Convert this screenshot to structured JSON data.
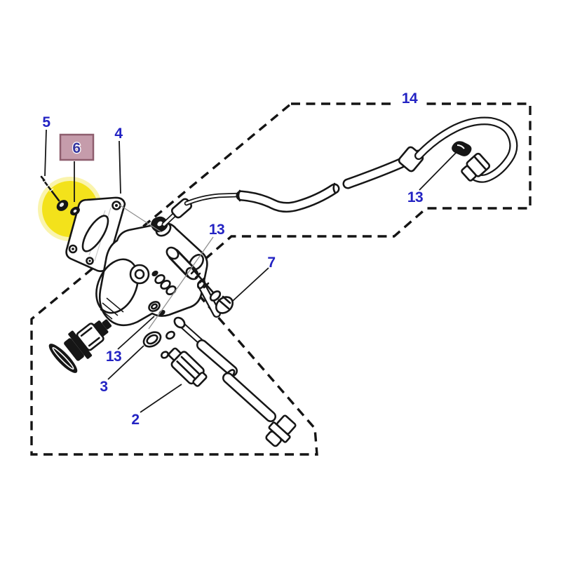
{
  "diagram": {
    "kind": "exploded-parts-diagram",
    "background_color": "#ffffff",
    "outline_color": "#161616",
    "callout_color": "#2323c3",
    "highlight": {
      "circle_color": "#f2e013",
      "box_fill": "#c59cab",
      "box_border": "#8e5e6e",
      "box_label_color": "#34349e"
    },
    "callouts": [
      {
        "label": "5",
        "highlighted": false
      },
      {
        "label": "6",
        "highlighted": true
      },
      {
        "label": "4",
        "highlighted": false
      },
      {
        "label": "14",
        "highlighted": false
      },
      {
        "label": "13",
        "highlighted": false
      },
      {
        "label": "13",
        "highlighted": false
      },
      {
        "label": "7",
        "highlighted": false
      },
      {
        "label": "13",
        "highlighted": false
      },
      {
        "label": "3",
        "highlighted": false
      },
      {
        "label": "2",
        "highlighted": false
      }
    ]
  }
}
